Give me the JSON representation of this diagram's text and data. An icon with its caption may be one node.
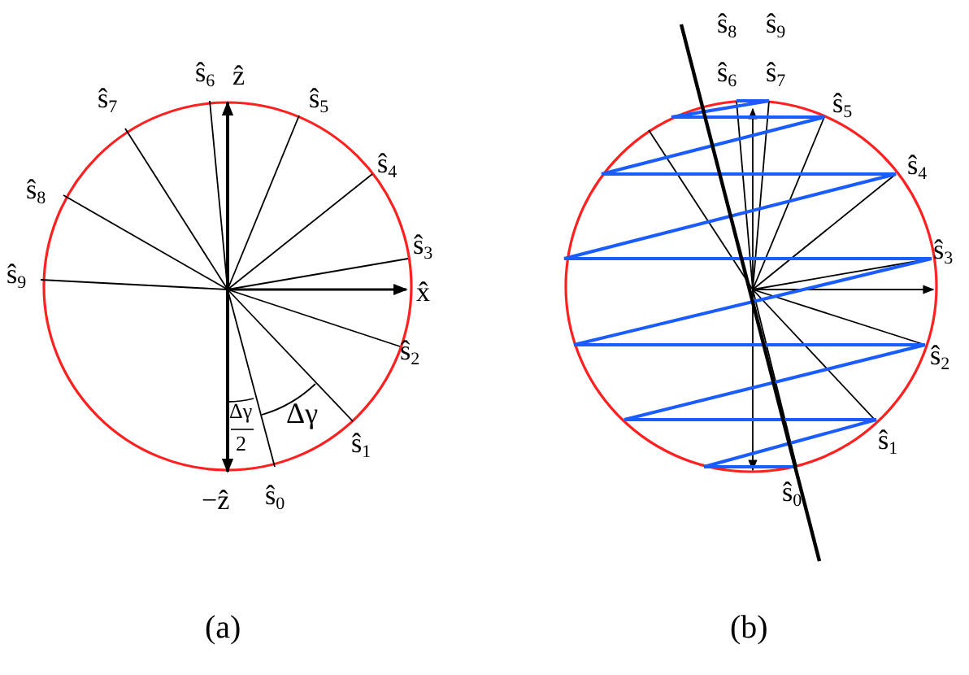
{
  "diagram": {
    "labels": [
      "ŝ$_{6}$",
      "ẑ",
      "ŝ$_{7}$",
      "ŝ$_{5}$",
      "ŝ$_{8}$",
      "ŝ$_{4}$",
      "ŝ$_{3}$",
      "x̂",
      "ŝ$_{9}$",
      "ŝ$_{2}$",
      "Δγ",
      "2",
      "Δγ",
      "ŝ$_{1}$",
      "−ẑ",
      "ŝ$_{0}$",
      "ŝ$_{8}$",
      "ŝ$_{9}$",
      "ŝ$_{6}$",
      "ŝ$_{7}$",
      "ŝ$_{5}$",
      "ŝ$_{4}$",
      "ŝ$_{3}$",
      "ŝ$_{2}$",
      "ŝ$_{1}$",
      "ŝ$_{0}$",
      "(a)",
      "(b)"
    ]
  }
}
